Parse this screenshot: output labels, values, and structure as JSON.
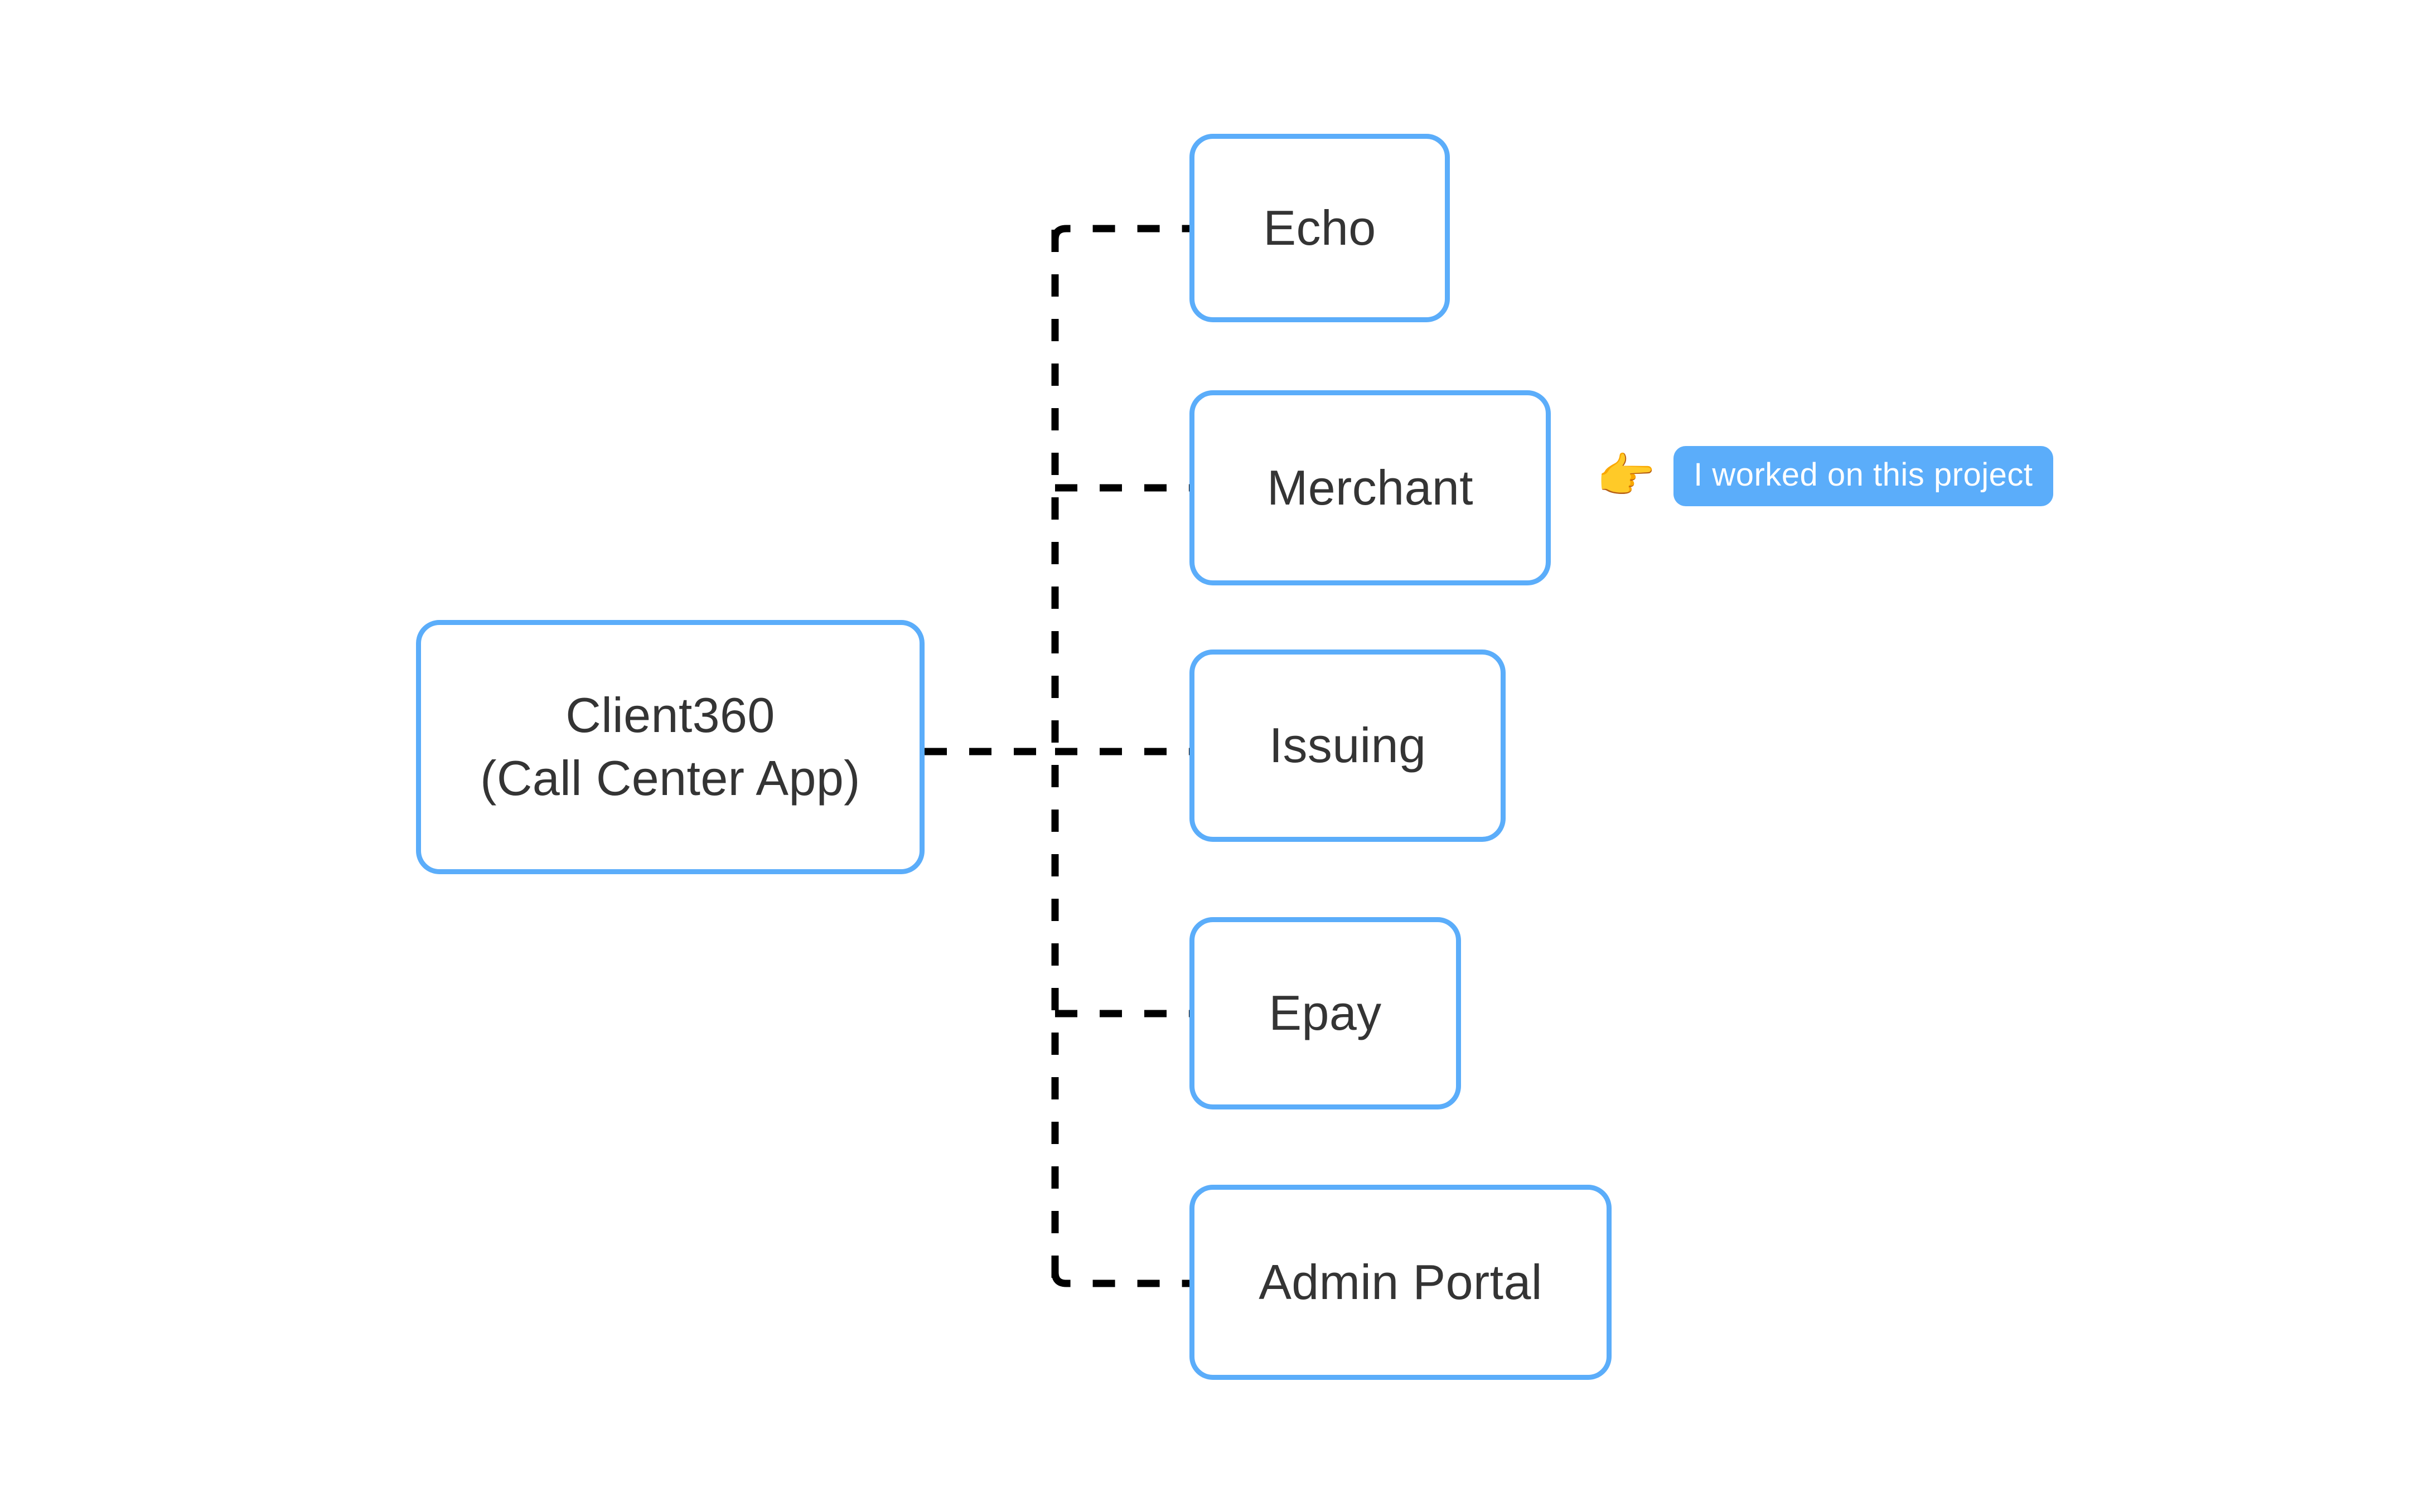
{
  "diagram": {
    "type": "tree",
    "orientation": "left-to-right",
    "background_color": "#ffffff",
    "node_border_color": "#5badfa",
    "node_fill_color": "#ffffff",
    "node_text_color": "#343434",
    "connector_color": "#000000",
    "connector_style": "dashed",
    "root": {
      "id": "client360",
      "label": "Client360\n(Call Center App)",
      "line1": "Client360",
      "line2": "(Call Center App)"
    },
    "children": [
      {
        "id": "echo",
        "label": "Echo"
      },
      {
        "id": "merchant",
        "label": "Merchant"
      },
      {
        "id": "issuing",
        "label": "Issuing"
      },
      {
        "id": "epay",
        "label": "Epay"
      },
      {
        "id": "admin-portal",
        "label": "Admin Portal"
      }
    ],
    "edges": [
      {
        "from": "client360",
        "to": "echo"
      },
      {
        "from": "client360",
        "to": "merchant"
      },
      {
        "from": "client360",
        "to": "issuing"
      },
      {
        "from": "client360",
        "to": "epay"
      },
      {
        "from": "client360",
        "to": "admin-portal"
      }
    ]
  },
  "annotation": {
    "target_node": "merchant",
    "pointer_icon": "backhand-index-pointing-right",
    "pointer_glyph": "👉",
    "badge_text": "I worked on this project",
    "badge_color": "#5badfa",
    "badge_text_color": "#ffffff"
  }
}
